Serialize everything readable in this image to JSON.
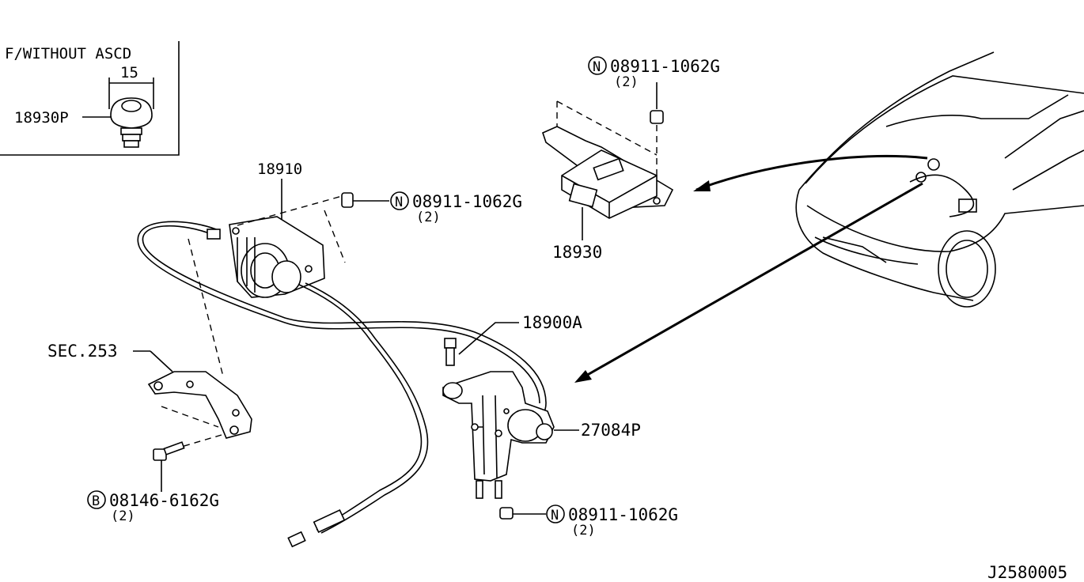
{
  "inset": {
    "title": "F/WITHOUT ASCD",
    "dimension": "15",
    "part": "18930P"
  },
  "callouts": {
    "actuator": "18910",
    "nut_a": {
      "symbol": "N",
      "number": "08911-1062G",
      "qty": "(2)"
    },
    "nut_b": {
      "symbol": "N",
      "number": "08911-1062G",
      "qty": "(2)"
    },
    "nut_c": {
      "symbol": "N",
      "number": "08911-1062G",
      "qty": "(2)"
    },
    "control_unit": "18930",
    "cable": "18900A",
    "sec_ref": "SEC.253",
    "bolt": {
      "symbol": "B",
      "number": "08146-6162G",
      "qty": "(2)"
    },
    "pump": "27084P"
  },
  "diagram_id": "J2580005"
}
